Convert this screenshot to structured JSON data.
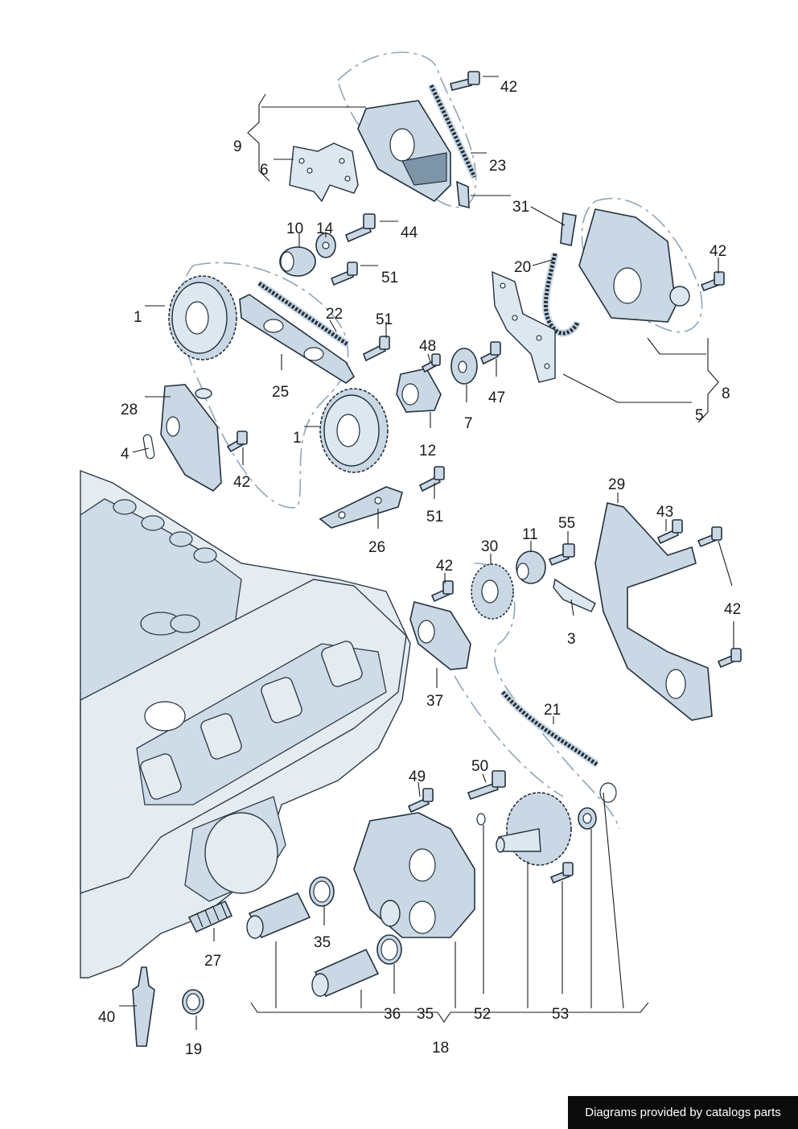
{
  "callouts": {
    "c42a": "42",
    "c9": "9",
    "c6": "6",
    "c23": "23",
    "c31": "31",
    "c10": "10",
    "c14": "14",
    "c44": "44",
    "c51a": "51",
    "c20": "20",
    "c42b": "42",
    "c1a": "1",
    "c22": "22",
    "c51b": "51",
    "c48": "48",
    "c25": "25",
    "c47": "47",
    "c8": "8",
    "c28": "28",
    "c7": "7",
    "c5": "5",
    "c1b": "1",
    "c12": "12",
    "c4": "4",
    "c42c": "42",
    "c51c": "51",
    "c29": "29",
    "c26": "26",
    "c43": "43",
    "c55": "55",
    "c11": "11",
    "c30": "30",
    "c42d": "42",
    "c42e": "42",
    "c3": "3",
    "c37": "37",
    "c21": "21",
    "c50": "50",
    "c49": "49",
    "c35a": "35",
    "c27": "27",
    "c36": "36",
    "c35b": "35",
    "c52": "52",
    "c53": "53",
    "c40": "40",
    "c19": "19",
    "c18": "18"
  },
  "credit": "Diagrams provided by catalogs parts"
}
